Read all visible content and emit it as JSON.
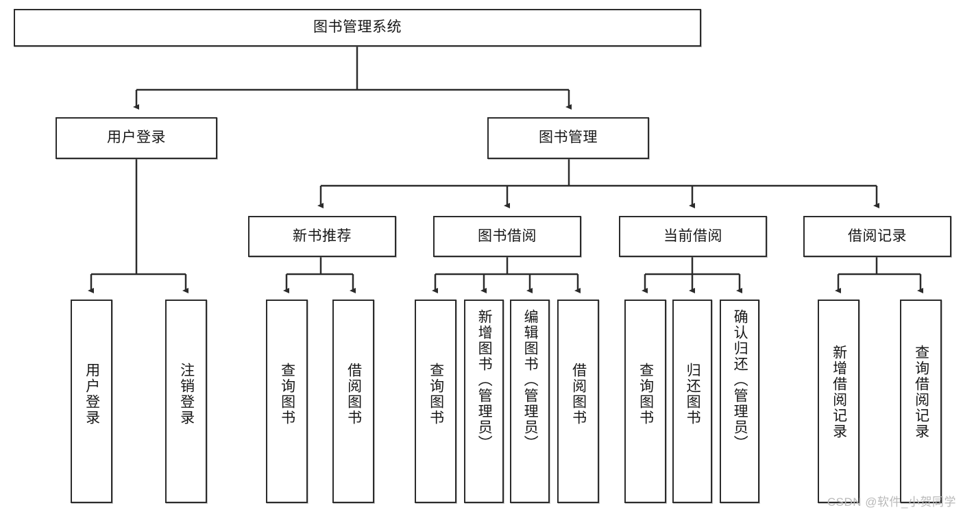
{
  "diagram": {
    "type": "tree",
    "title": "图书管理系统",
    "watermark": "CSDN @软件_小贺同学",
    "colors": {
      "stroke": "#2b2b2b",
      "fill": "#ffffff",
      "text": "#171717",
      "watermark": "#b9b9b9"
    },
    "root": {
      "label": "图书管理系统"
    },
    "level2": [
      {
        "label": "用户登录"
      },
      {
        "label": "图书管理"
      }
    ],
    "level3": [
      {
        "label": "新书推荐"
      },
      {
        "label": "图书借阅"
      },
      {
        "label": "当前借阅"
      },
      {
        "label": "借阅记录"
      }
    ],
    "leaves": {
      "user_login": [
        {
          "label": "用户登录"
        },
        {
          "label": "注销登录"
        }
      ],
      "new_book_recommend": [
        {
          "label": "查询图书"
        },
        {
          "label": "借阅图书"
        }
      ],
      "book_borrow": [
        {
          "label": "查询图书"
        },
        {
          "label": "新增图书（管理员）"
        },
        {
          "label": "编辑图书（管理员）"
        },
        {
          "label": "借阅图书"
        }
      ],
      "current_borrow": [
        {
          "label": "查询图书"
        },
        {
          "label": "归还图书"
        },
        {
          "label": "确认归还（管理员）"
        }
      ],
      "borrow_record": [
        {
          "label": "新增借阅记录"
        },
        {
          "label": "查询借阅记录"
        }
      ]
    }
  }
}
